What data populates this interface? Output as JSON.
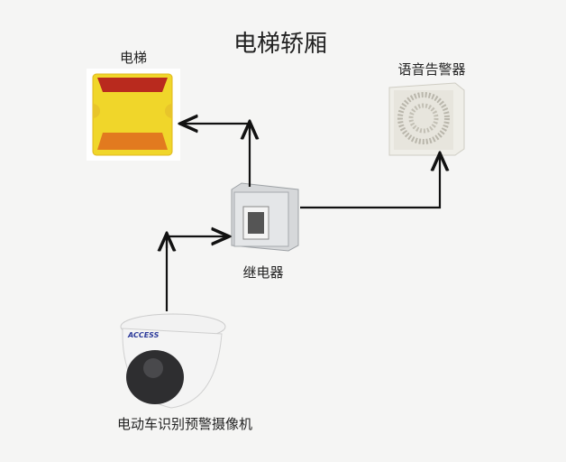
{
  "title": "电梯轿厢",
  "nodes": {
    "elevator": {
      "label": "电梯"
    },
    "speaker": {
      "label": "语音告警器"
    },
    "relay": {
      "label": "继电器"
    },
    "camera": {
      "label": "电动车识别预警摄像机",
      "logo_text": "ACCESS"
    }
  },
  "colors": {
    "line": "#111111",
    "pad_yellow": "#f3dc2e",
    "pad_red": "#c0281c",
    "pad_orange": "#e0781e"
  }
}
